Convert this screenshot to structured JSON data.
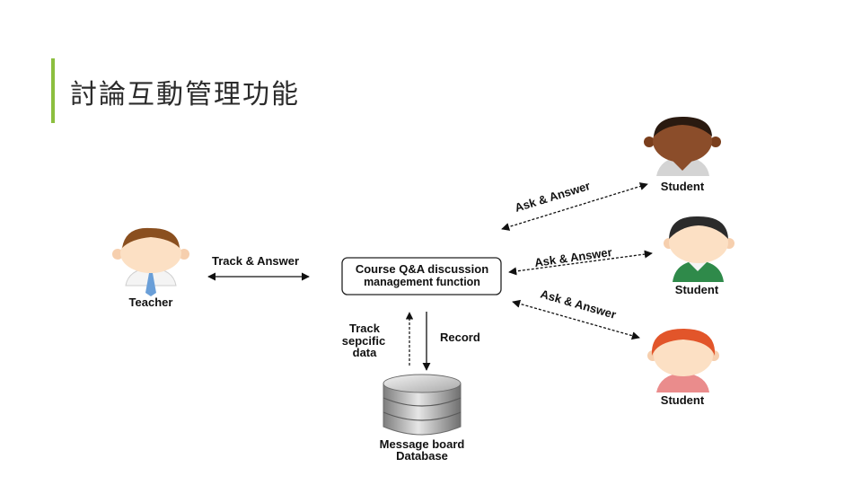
{
  "title": "討論互動管理功能",
  "colors": {
    "accent": "#8cbf3f"
  },
  "diagram": {
    "center_box": {
      "line1": "Course Q&A discussion",
      "line2": "management function"
    },
    "teacher": {
      "label": "Teacher",
      "edge_label": "Track & Answer"
    },
    "students": [
      {
        "label": "Student",
        "edge_label": "Ask & Answer"
      },
      {
        "label": "Student",
        "edge_label": "Ask & Answer"
      },
      {
        "label": "Student",
        "edge_label": "Ask & Answer"
      }
    ],
    "track_label": {
      "line1": "Track",
      "line2": "sepcific",
      "line3": "data"
    },
    "record_label": "Record",
    "database": {
      "line1": "Message board",
      "line2": "Database"
    }
  },
  "icons": [
    "teacher-avatar-icon",
    "student-avatar-icon",
    "database-cylinder-icon"
  ]
}
